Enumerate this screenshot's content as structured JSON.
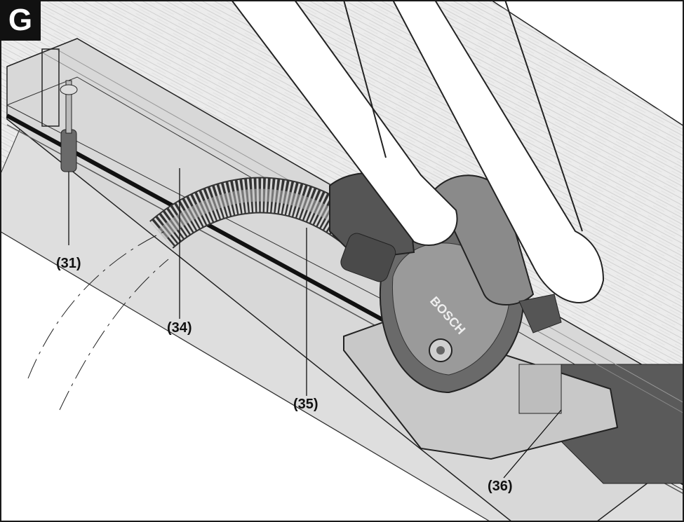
{
  "figure_letter": "G",
  "callouts": {
    "c31": "(31)",
    "c34": "(34)",
    "c35": "(35)",
    "c36": "(36)"
  },
  "brand_text": "BOSCH",
  "colors": {
    "frame": "#1a1a1a",
    "plank": "#e9e9e9",
    "rail_light": "#d2d2d2",
    "rail_dark": "#5a5a5a",
    "saw_dark": "#4a4a4a",
    "saw_mid": "#8a8a8a",
    "hose": "#cfcfcf"
  }
}
